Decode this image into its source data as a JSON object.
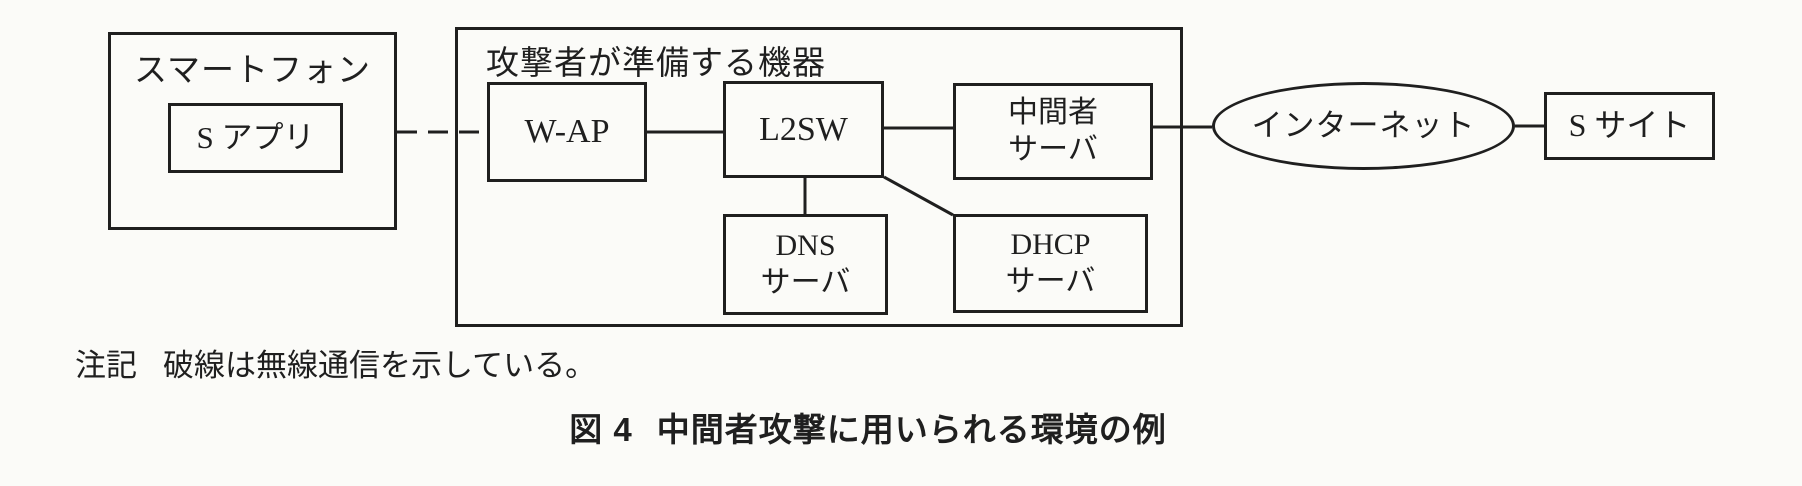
{
  "figure": {
    "note_label": "注記",
    "note_text": "破線は無線通信を示している。",
    "caption_label": "図 4",
    "caption_text": "中間者攻撃に用いられる環境の例"
  },
  "nodes": {
    "smartphone": {
      "label": "スマートフォン",
      "app": "S アプリ"
    },
    "attacker_group": {
      "label": "攻撃者が準備する機器"
    },
    "w_ap": {
      "label": "W-AP"
    },
    "l2sw": {
      "label": "L2SW"
    },
    "mitm_server": {
      "label": "中間者\nサーバ"
    },
    "dns_server": {
      "label": "DNS\nサーバ"
    },
    "dhcp_server": {
      "label": "DHCP\nサーバ"
    },
    "internet": {
      "label": "インターネット"
    },
    "s_site": {
      "label": "S サイト"
    }
  },
  "colors": {
    "ink": "#1f1f1f",
    "paper": "#fbfbf8"
  }
}
